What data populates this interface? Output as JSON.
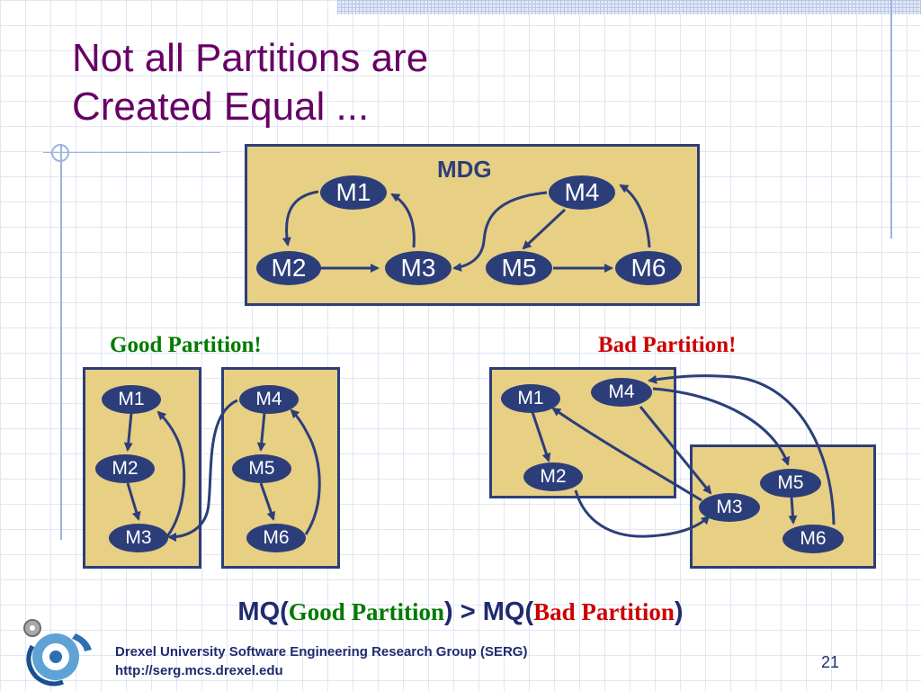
{
  "slide": {
    "title_lines": [
      "Not all Partitions are",
      "Created Equal ..."
    ],
    "mdg_label": "MDG",
    "good_label": "Good Partition!",
    "bad_label": "Bad Partition!",
    "mq": {
      "prefix": "MQ(",
      "good": "Good Partition",
      "middle": ") > MQ(",
      "bad": "Bad Partition",
      "suffix": ")"
    },
    "footer": {
      "line1": "Drexel University Software Engineering Research Group (SERG)",
      "line2": "http://serg.mcs.drexel.edu"
    },
    "page_number": "21"
  },
  "nodes": {
    "M1": "M1",
    "M2": "M2",
    "M3": "M3",
    "M4": "M4",
    "M5": "M5",
    "M6": "M6"
  },
  "colors": {
    "title": "#660066",
    "box_fill": "#e7cf84",
    "node_fill": "#2c3e7a",
    "good": "#007a00",
    "bad": "#cc0000"
  }
}
